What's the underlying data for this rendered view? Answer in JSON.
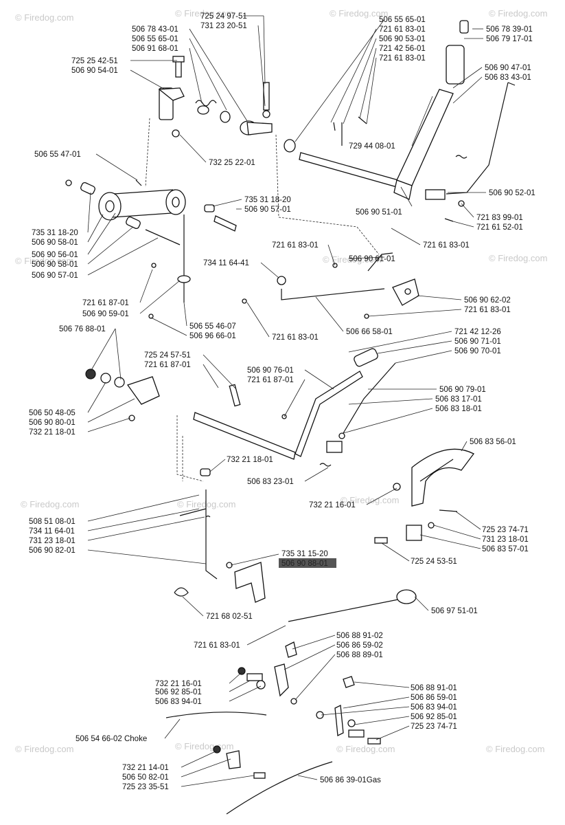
{
  "diagram": {
    "watermark": "© Firedog.com",
    "labels": [
      {
        "id": "l01",
        "text": "725 24 97-51"
      },
      {
        "id": "l02",
        "text": "731 23 20-51"
      },
      {
        "id": "l03",
        "text": "506 78 43-01"
      },
      {
        "id": "l04",
        "text": "506 55 65-01"
      },
      {
        "id": "l05",
        "text": "506 91 68-01"
      },
      {
        "id": "l06",
        "text": "725 25 42-51"
      },
      {
        "id": "l07",
        "text": "506 90 54-01"
      },
      {
        "id": "l08",
        "text": "506 55 65-01"
      },
      {
        "id": "l09",
        "text": "721 61 83-01"
      },
      {
        "id": "l10",
        "text": "506 90 53-01"
      },
      {
        "id": "l11",
        "text": "721 42 56-01"
      },
      {
        "id": "l12",
        "text": "721 61 83-01"
      },
      {
        "id": "l13",
        "text": "506 78 39-01"
      },
      {
        "id": "l14",
        "text": "506 79 17-01"
      },
      {
        "id": "l15",
        "text": "506 90 47-01"
      },
      {
        "id": "l16",
        "text": "506 83 43-01"
      },
      {
        "id": "l17",
        "text": "729 44 08-01"
      },
      {
        "id": "l18",
        "text": "732 25 22-01"
      },
      {
        "id": "l19",
        "text": "506 55 47-01"
      },
      {
        "id": "l20",
        "text": "506 90 52-01"
      },
      {
        "id": "l21",
        "text": "735 31 18-20"
      },
      {
        "id": "l22",
        "text": "506 90 57-01"
      },
      {
        "id": "l23",
        "text": "506 90 51-01"
      },
      {
        "id": "l24",
        "text": "721 83 99-01"
      },
      {
        "id": "l25",
        "text": "721 61 52-01"
      },
      {
        "id": "l26",
        "text": "735 31 18-20"
      },
      {
        "id": "l27",
        "text": "506 90 58-01"
      },
      {
        "id": "l28",
        "text": "506 90 56-01"
      },
      {
        "id": "l29",
        "text": "506 90 58-01"
      },
      {
        "id": "l30",
        "text": "506 90 57-01"
      },
      {
        "id": "l31",
        "text": "721 61 83-01"
      },
      {
        "id": "l32",
        "text": "721 61 83-01"
      },
      {
        "id": "l33",
        "text": "734 11 64-41"
      },
      {
        "id": "l34",
        "text": "506 90 61-01"
      },
      {
        "id": "l35",
        "text": "506 90 62-02"
      },
      {
        "id": "l36",
        "text": "721 61 83-01"
      },
      {
        "id": "l37",
        "text": "721 61 87-01"
      },
      {
        "id": "l38",
        "text": "506 90 59-01"
      },
      {
        "id": "l39",
        "text": "506 55 46-07"
      },
      {
        "id": "l40",
        "text": "506 96 66-01"
      },
      {
        "id": "l41",
        "text": "721 61 83-01"
      },
      {
        "id": "l42",
        "text": "506 66 58-01"
      },
      {
        "id": "l43",
        "text": "506 76 88-01"
      },
      {
        "id": "l44",
        "text": "721 42 12-26"
      },
      {
        "id": "l45",
        "text": "506 90 71-01"
      },
      {
        "id": "l46",
        "text": "506 90 70-01"
      },
      {
        "id": "l47",
        "text": "725 24 57-51"
      },
      {
        "id": "l48",
        "text": "721 61 87-01"
      },
      {
        "id": "l49",
        "text": "506 90 76-01"
      },
      {
        "id": "l50",
        "text": "721 61 87-01"
      },
      {
        "id": "l51",
        "text": "506 90 79-01"
      },
      {
        "id": "l52",
        "text": "506 83 17-01"
      },
      {
        "id": "l53",
        "text": "506 83 18-01"
      },
      {
        "id": "l54",
        "text": "506 50 48-05"
      },
      {
        "id": "l55",
        "text": "506 90 80-01"
      },
      {
        "id": "l56",
        "text": "732 21 18-01"
      },
      {
        "id": "l57",
        "text": "506 83 56-01"
      },
      {
        "id": "l58",
        "text": "732 21 18-01"
      },
      {
        "id": "l59",
        "text": "506 83 23-01"
      },
      {
        "id": "l60",
        "text": "732 21 16-01"
      },
      {
        "id": "l61",
        "text": "508 51 08-01"
      },
      {
        "id": "l62",
        "text": "734 11 64-01"
      },
      {
        "id": "l63",
        "text": "731 23 18-01"
      },
      {
        "id": "l64",
        "text": "506 90 82-01"
      },
      {
        "id": "l65",
        "text": "725 23 74-71"
      },
      {
        "id": "l66",
        "text": "731 23 18-01"
      },
      {
        "id": "l67",
        "text": "506 83 57-01"
      },
      {
        "id": "l68",
        "text": "725 24 53-51"
      },
      {
        "id": "l69",
        "text": "735 31 15-20"
      },
      {
        "id": "l71",
        "text": "721 68 02-51"
      },
      {
        "id": "l72",
        "text": "506 97 51-01"
      },
      {
        "id": "l73",
        "text": "721 61 83-01"
      },
      {
        "id": "l74",
        "text": "506 88 91-02"
      },
      {
        "id": "l75",
        "text": "506 86 59-02"
      },
      {
        "id": "l76",
        "text": "506 88 89-01"
      },
      {
        "id": "l77",
        "text": "732 21 16-01"
      },
      {
        "id": "l78",
        "text": "506 92 85-01"
      },
      {
        "id": "l79",
        "text": "506 83 94-01"
      },
      {
        "id": "l80",
        "text": "506 88 91-01"
      },
      {
        "id": "l81",
        "text": "506 86 59-01"
      },
      {
        "id": "l82",
        "text": "506 83 94-01"
      },
      {
        "id": "l83",
        "text": "506 92 85-01"
      },
      {
        "id": "l84",
        "text": "725 23 74-71"
      },
      {
        "id": "l85",
        "text": "506 54 66-02 Choke"
      },
      {
        "id": "l86",
        "text": "732 21 14-01"
      },
      {
        "id": "l87",
        "text": "506 50 82-01"
      },
      {
        "id": "l88",
        "text": "725 23 35-51"
      },
      {
        "id": "l89",
        "text": "506 86 39-01Gas"
      }
    ]
  }
}
